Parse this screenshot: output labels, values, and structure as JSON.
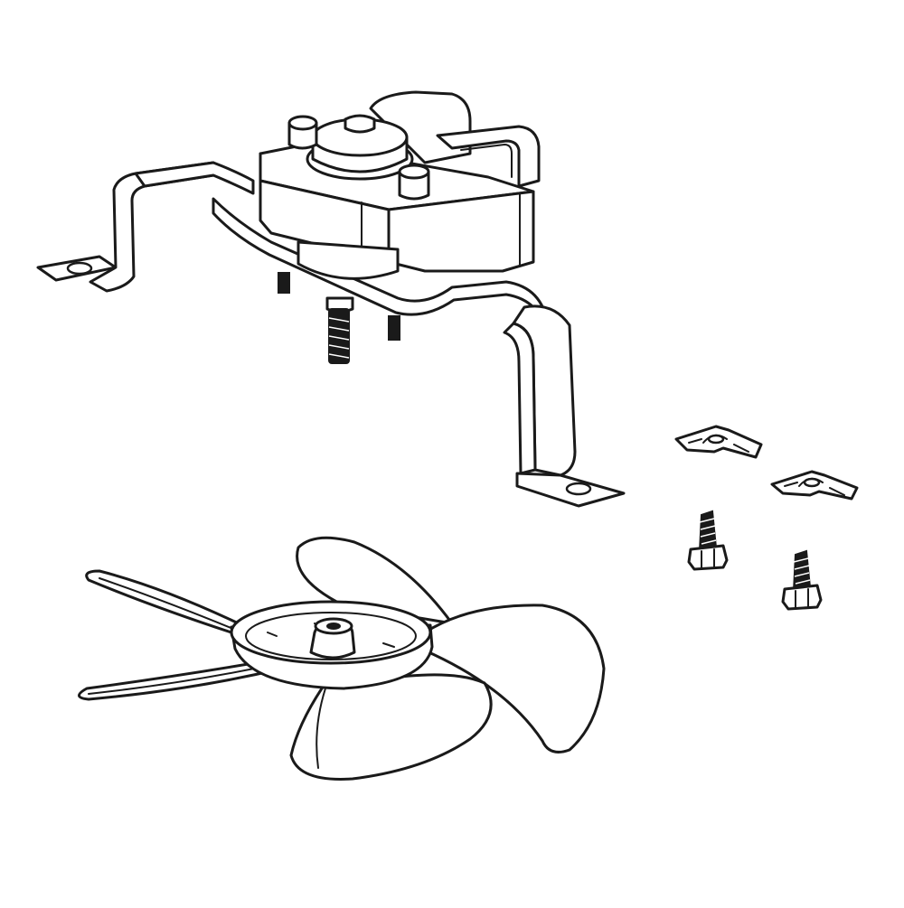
{
  "diagram": {
    "style": "exploded parts line drawing",
    "colors": {
      "line": "#1a1a1a",
      "background": "#ffffff"
    },
    "parts": [
      {
        "id": "motor",
        "icon": "fan-motor-icon"
      },
      {
        "id": "mounting-bracket",
        "icon": "bracket-icon"
      },
      {
        "id": "fan-blade",
        "icon": "fan-blade-icon"
      },
      {
        "id": "speed-clip",
        "icon": "clip-icon",
        "count": 2
      },
      {
        "id": "screw",
        "icon": "screw-icon",
        "count": 2
      }
    ]
  }
}
